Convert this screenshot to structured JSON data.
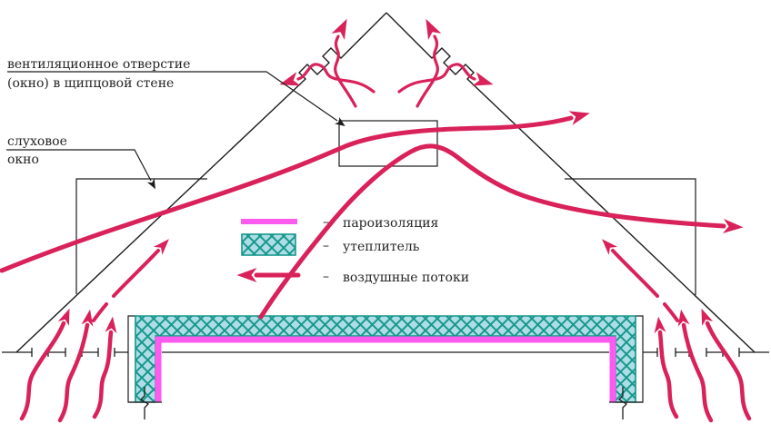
{
  "labels": {
    "vent_opening": {
      "line1": "вентиляционное отверстие",
      "line2": "(окно) в щипцовой стене"
    },
    "dormer": {
      "line1": "слуховое",
      "line2": "окно"
    }
  },
  "legend": {
    "items": [
      {
        "symbol": "vapor-barrier-line",
        "dash": "–",
        "label": "пароизоляция"
      },
      {
        "symbol": "insulation-swatch",
        "dash": "–",
        "label": "утеплитель"
      },
      {
        "symbol": "airflow-arrow",
        "dash": "–",
        "label": "воздушные потоки"
      }
    ]
  },
  "colors": {
    "crimson": "#d9215a",
    "magenta": "#fb5bef",
    "teal": "#17988c",
    "teal-fill": "#aedde6",
    "line": "#1c1c1c",
    "text": "#262626",
    "background": "#ffffff"
  }
}
